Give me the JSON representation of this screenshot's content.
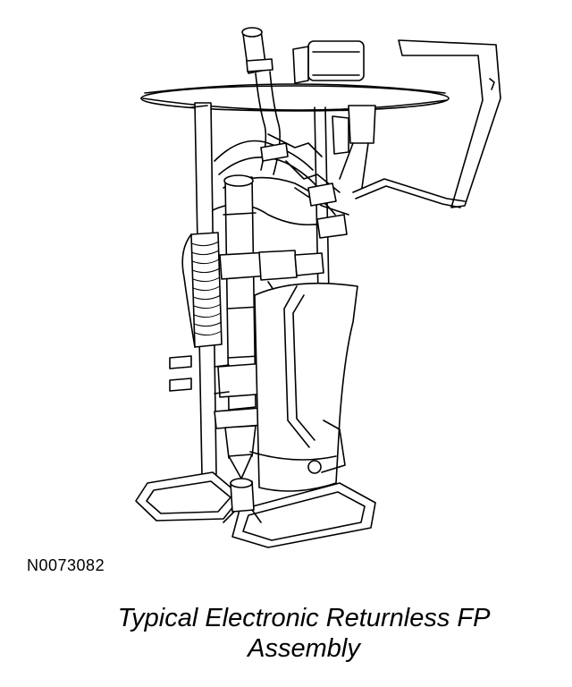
{
  "figure": {
    "id_code": "N0073082",
    "caption_line1": "Typical Electronic Returnless FP",
    "caption_line2": "Assembly"
  },
  "illustration": {
    "subject": "fuel-pump-assembly",
    "stroke_color": "#000000",
    "background_color": "#ffffff"
  }
}
